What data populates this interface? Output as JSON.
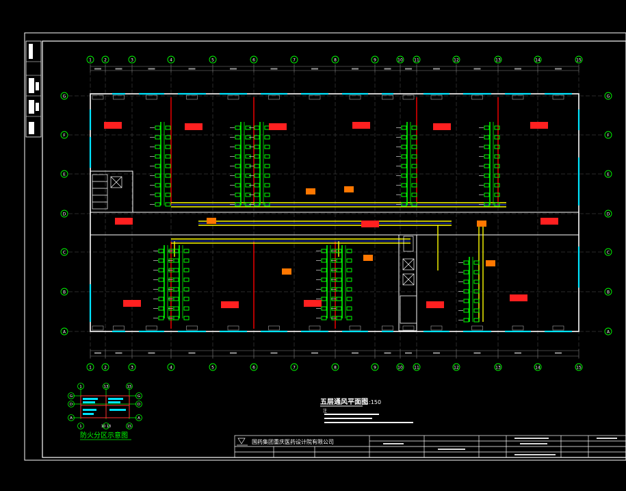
{
  "drawing": {
    "title": "五层通风平面图",
    "scale": "1:150",
    "notes_heading": "注",
    "legend_title": "防火分区示意图",
    "company": "国药集团重庆医药设计院有限公司"
  },
  "grid_labels": {
    "columns": [
      "1",
      "2",
      "3",
      "4",
      "5",
      "6",
      "7",
      "8",
      "9",
      "10",
      "11",
      "12",
      "13",
      "14",
      "15"
    ],
    "rows": [
      "G",
      "F",
      "E",
      "D",
      "C",
      "B",
      "A"
    ]
  },
  "legend_labels": {
    "top": [
      "1",
      "13",
      "15"
    ],
    "bottom": [
      "1",
      "10 13",
      "15"
    ],
    "left": [
      "G",
      "D",
      "A"
    ],
    "right": [
      "G",
      "D",
      "A"
    ]
  },
  "colors": {
    "background": "#000000",
    "frame": "#ffffff",
    "grid_axis": "#b0b0b0",
    "wall": "#ffffff",
    "fire_wall": "#ff0000",
    "duct": "#ffff00",
    "equipment": "#00ff00",
    "window": "#00e5ff",
    "tag": "#ff6600",
    "room_tag": "#ff0000",
    "axis_bubble": "#00ff00"
  }
}
